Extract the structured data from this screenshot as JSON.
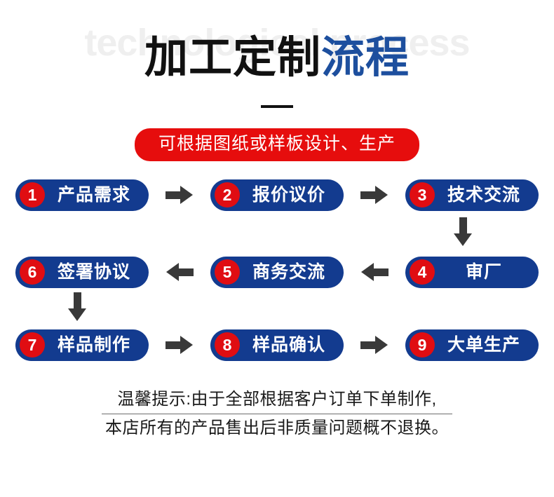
{
  "header": {
    "watermark": "technological process",
    "title_dark": "加工定制",
    "title_blue": "流程",
    "banner": "可根据图纸或样板设计、生产"
  },
  "colors": {
    "pill_blue": "#133b8f",
    "badge_red": "#e00d12",
    "banner_red": "#e60d0d",
    "title_blue": "#1d4f9e",
    "arrow_gray": "#393939",
    "watermark_gray": "#efefef"
  },
  "flow": {
    "rows": [
      {
        "direction": "right",
        "steps": [
          {
            "number": "1",
            "label": "产品需求"
          },
          {
            "number": "2",
            "label": "报价议价"
          },
          {
            "number": "3",
            "label": "技术交流"
          }
        ],
        "connectors": [
          "arrow-right",
          "arrow-right"
        ]
      },
      {
        "direction": "left",
        "steps": [
          {
            "number": "6",
            "label": "签署协议"
          },
          {
            "number": "5",
            "label": "商务交流"
          },
          {
            "number": "4",
            "label": "审厂"
          }
        ],
        "connectors": [
          "arrow-left",
          "arrow-left"
        ]
      },
      {
        "direction": "right",
        "steps": [
          {
            "number": "7",
            "label": "样品制作"
          },
          {
            "number": "8",
            "label": "样品确认"
          },
          {
            "number": "9",
            "label": "大单生产"
          }
        ],
        "connectors": [
          "arrow-right",
          "arrow-right"
        ]
      }
    ],
    "vertical_connectors": [
      {
        "name": "arrow-down-right",
        "position": "right"
      },
      {
        "name": "arrow-down-left",
        "position": "left"
      }
    ]
  },
  "footer": {
    "line1": "温馨提示:由于全部根据客户订单下单制作,",
    "line2": "本店所有的产品售出后非质量问题概不退换。"
  }
}
